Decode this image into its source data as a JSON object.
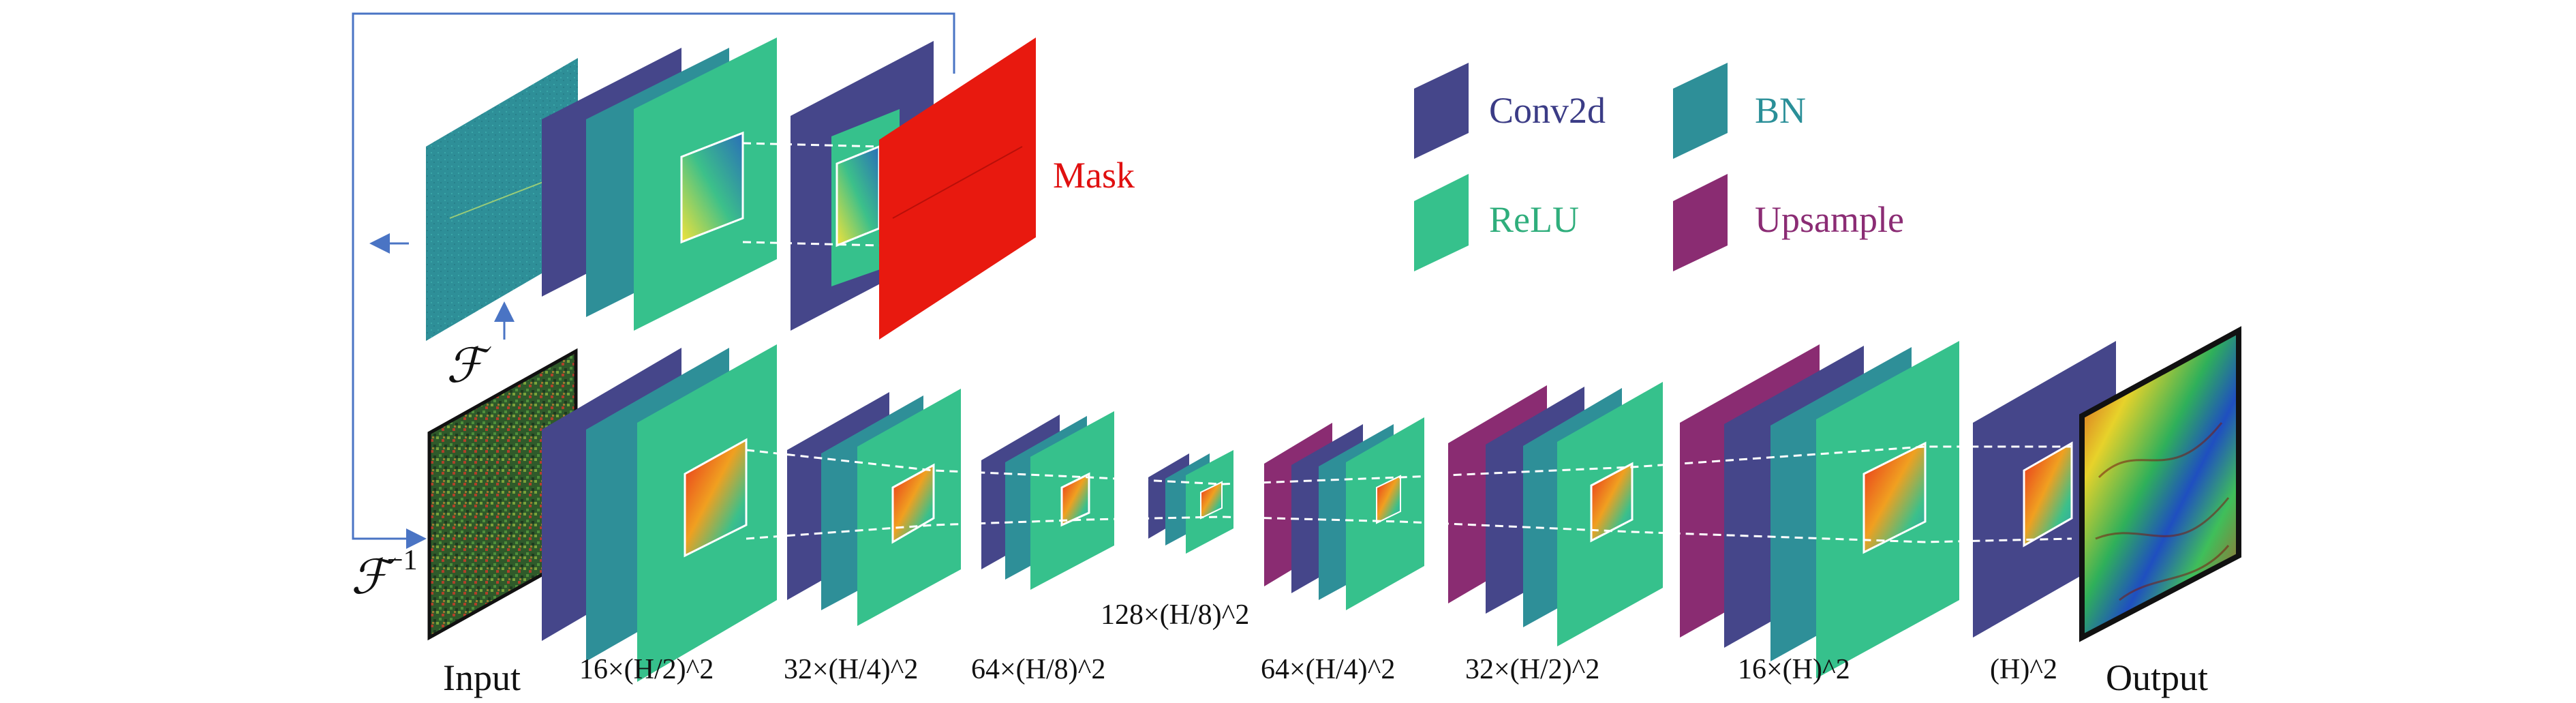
{
  "legend": {
    "conv2d": {
      "label": "Conv2d",
      "color": "#45468a",
      "text_color": "#3b3c86"
    },
    "bn": {
      "label": "BN",
      "color": "#2e8f98",
      "text_color": "#2a8f98"
    },
    "relu": {
      "label": "ReLU",
      "color": "#36c18c",
      "text_color": "#2fae7c"
    },
    "upsample": {
      "label": "Upsample",
      "color": "#8a2c72",
      "text_color": "#8b2c74"
    }
  },
  "labels": {
    "mask": "Mask",
    "input": "Input",
    "output": "Output",
    "fourier": "ℱ",
    "inverse_fourier": "ℱ",
    "inverse_sup": "−1",
    "dims": [
      "16×(H/2)^2",
      "32×(H/4)^2",
      "64×(H/8)^2",
      "128×(H/8)^2",
      "64×(H/4)^2",
      "32×(H/2)^2",
      "16×(H)^2",
      "(H)^2"
    ]
  },
  "colors": {
    "conv": "#45468a",
    "bn": "#2e8f98",
    "relu": "#36c18c",
    "up": "#8a2c72",
    "mask": "#e8190f",
    "arrow": "#4a74c4"
  }
}
